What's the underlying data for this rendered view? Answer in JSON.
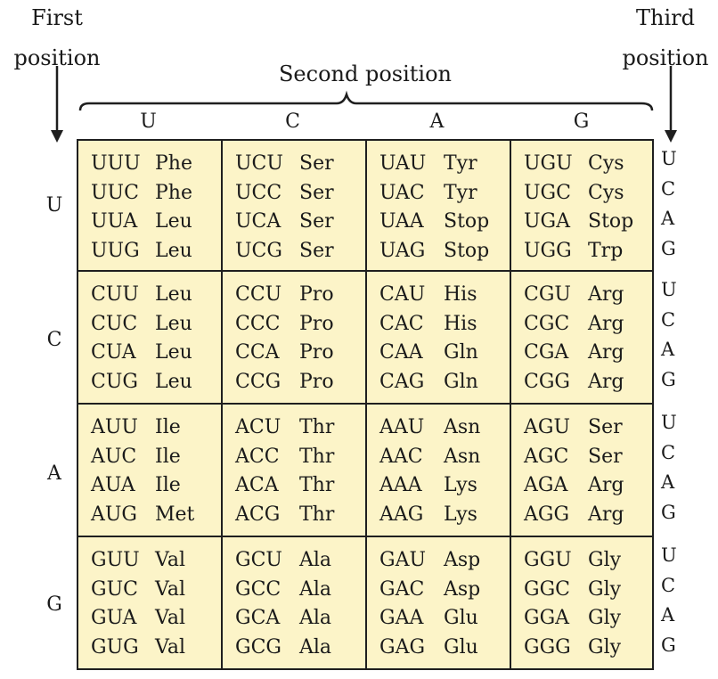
{
  "labels": {
    "first_position": [
      "First",
      "position"
    ],
    "second_position": "Second position",
    "third_position": [
      "Third",
      "position"
    ]
  },
  "first_bases": [
    "U",
    "C",
    "A",
    "G"
  ],
  "second_bases": [
    "U",
    "C",
    "A",
    "G"
  ],
  "third_bases": [
    "U",
    "C",
    "A",
    "G"
  ],
  "cells": [
    [
      [
        [
          "UUU",
          "Phe"
        ],
        [
          "UUC",
          "Phe"
        ],
        [
          "UUA",
          "Leu"
        ],
        [
          "UUG",
          "Leu"
        ]
      ],
      [
        [
          "UCU",
          "Ser"
        ],
        [
          "UCC",
          "Ser"
        ],
        [
          "UCA",
          "Ser"
        ],
        [
          "UCG",
          "Ser"
        ]
      ],
      [
        [
          "UAU",
          "Tyr"
        ],
        [
          "UAC",
          "Tyr"
        ],
        [
          "UAA",
          "Stop"
        ],
        [
          "UAG",
          "Stop"
        ]
      ],
      [
        [
          "UGU",
          "Cys"
        ],
        [
          "UGC",
          "Cys"
        ],
        [
          "UGA",
          "Stop"
        ],
        [
          "UGG",
          "Trp"
        ]
      ]
    ],
    [
      [
        [
          "CUU",
          "Leu"
        ],
        [
          "CUC",
          "Leu"
        ],
        [
          "CUA",
          "Leu"
        ],
        [
          "CUG",
          "Leu"
        ]
      ],
      [
        [
          "CCU",
          "Pro"
        ],
        [
          "CCC",
          "Pro"
        ],
        [
          "CCA",
          "Pro"
        ],
        [
          "CCG",
          "Pro"
        ]
      ],
      [
        [
          "CAU",
          "His"
        ],
        [
          "CAC",
          "His"
        ],
        [
          "CAA",
          "Gln"
        ],
        [
          "CAG",
          "Gln"
        ]
      ],
      [
        [
          "CGU",
          "Arg"
        ],
        [
          "CGC",
          "Arg"
        ],
        [
          "CGA",
          "Arg"
        ],
        [
          "CGG",
          "Arg"
        ]
      ]
    ],
    [
      [
        [
          "AUU",
          "Ile"
        ],
        [
          "AUC",
          "Ile"
        ],
        [
          "AUA",
          "Ile"
        ],
        [
          "AUG",
          "Met"
        ]
      ],
      [
        [
          "ACU",
          "Thr"
        ],
        [
          "ACC",
          "Thr"
        ],
        [
          "ACA",
          "Thr"
        ],
        [
          "ACG",
          "Thr"
        ]
      ],
      [
        [
          "AAU",
          "Asn"
        ],
        [
          "AAC",
          "Asn"
        ],
        [
          "AAA",
          "Lys"
        ],
        [
          "AAG",
          "Lys"
        ]
      ],
      [
        [
          "AGU",
          "Ser"
        ],
        [
          "AGC",
          "Ser"
        ],
        [
          "AGA",
          "Arg"
        ],
        [
          "AGG",
          "Arg"
        ]
      ]
    ],
    [
      [
        [
          "GUU",
          "Val"
        ],
        [
          "GUC",
          "Val"
        ],
        [
          "GUA",
          "Val"
        ],
        [
          "GUG",
          "Val"
        ]
      ],
      [
        [
          "GCU",
          "Ala"
        ],
        [
          "GCC",
          "Ala"
        ],
        [
          "GCA",
          "Ala"
        ],
        [
          "GCG",
          "Ala"
        ]
      ],
      [
        [
          "GAU",
          "Asp"
        ],
        [
          "GAC",
          "Asp"
        ],
        [
          "GAA",
          "Glu"
        ],
        [
          "GAG",
          "Glu"
        ]
      ],
      [
        [
          "GGU",
          "Gly"
        ],
        [
          "GGC",
          "Gly"
        ],
        [
          "GGA",
          "Gly"
        ],
        [
          "GGG",
          "Gly"
        ]
      ]
    ]
  ],
  "colors": {
    "cell_fill": "#fcf4c8",
    "line": "#1f1f1f"
  }
}
